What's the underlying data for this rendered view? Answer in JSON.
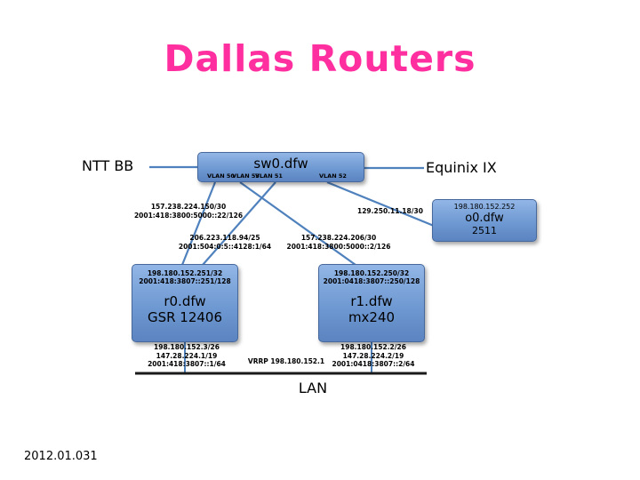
{
  "slide": {
    "title": "Dallas Routers",
    "footer": "2012.01.031"
  },
  "labels": {
    "ntt": "NTT BB",
    "equinix": "Equinix IX",
    "lan": "LAN"
  },
  "switch": {
    "name": "sw0.dfw",
    "vlans": [
      "VLAN 50",
      "VLAN 53",
      "VLAN 51",
      "VLAN 52"
    ]
  },
  "console_server": {
    "ip": "198.180.152.252",
    "name": "o0.dfw",
    "model": "2511"
  },
  "router0": {
    "loopback_v4": "198.180.152.251/32",
    "loopback_v6": "2001:418:3807::251/128",
    "name": "r0.dfw",
    "model": "GSR 12406",
    "lan_v4": "198.180.152.3/26",
    "lan_v4b": "147.28.224.1/19",
    "lan_v6": "2001:418:3807::1/64"
  },
  "router1": {
    "loopback_v4": "198.180.152.250/32",
    "loopback_v6": "2001:0418:3807::250/128",
    "name": "r1.dfw",
    "model": "mx240",
    "lan_v4": "198.180.152.2/26",
    "lan_v4b": "147.28.224.2/19",
    "lan_v6": "2001:0418:3807::2/64"
  },
  "links": {
    "ntt_r0_v4": "157.238.224.150/30",
    "ntt_r0_v6": "2001:418:3800:5000::22/126",
    "equinix_v4": "206.223.118.94/25",
    "equinix_v6": "2001:504:0:5::4128:1/64",
    "ntt_r1_v4": "157.238.224.206/30",
    "ntt_r1_v6": "2001:418:3800:5000::2/126",
    "console_v4": "129.250.11.18/30",
    "vrrp": "VRRP 198.180.152.1"
  },
  "colors": {
    "title": "#ff2fa0",
    "node_fill_top": "#92b6e6",
    "node_fill_bottom": "#5b84c0",
    "wire": "#4f81bd",
    "lan_bus": "#1a1a1a"
  }
}
